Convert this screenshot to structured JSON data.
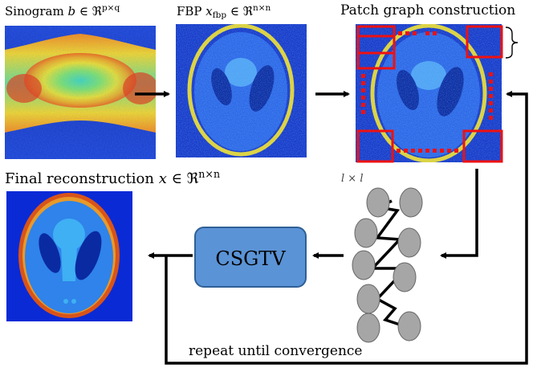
{
  "labels": {
    "sinogram": "Sinogram b ∈ ℜ^{p×q}",
    "fbp": "FBP x_{fbp} ∈ ℜ^{n×n}",
    "patch_graph": "Patch graph construction",
    "final": "Final reconstruction x ∈ ℜ^{n×n}",
    "patch_size": "l × l",
    "csgtv": "CSGTV",
    "loop": "repeat until convergence"
  },
  "label_parts": {
    "sinogram_prefix": "Sinogram ",
    "sinogram_var": "b",
    "sinogram_in": " ∈ ℜ",
    "sinogram_exp": "p×q",
    "fbp_prefix": "FBP ",
    "fbp_var": "x",
    "fbp_sub": "fbp",
    "fbp_in": " ∈ ℜ",
    "fbp_exp": "n×n",
    "final_prefix": "Final reconstruction ",
    "final_var": "x",
    "final_in": " ∈ ℜ",
    "final_exp": "n×n",
    "patch_l1": "l",
    "patch_times": " × ",
    "patch_l2": "l"
  },
  "colors": {
    "arrow": "#000000",
    "patch_box": "#ee1111",
    "csgtv_fill": "#5a93d6",
    "csgtv_stroke": "#2f5f96",
    "graph_node": "#a6a6a6",
    "graph_node_stroke": "#666666",
    "noise_bg": "#123ad6",
    "phantom_outer": "#d23a16",
    "phantom_body": "#2f83ea",
    "phantom_inner": "#0a2fa6"
  }
}
